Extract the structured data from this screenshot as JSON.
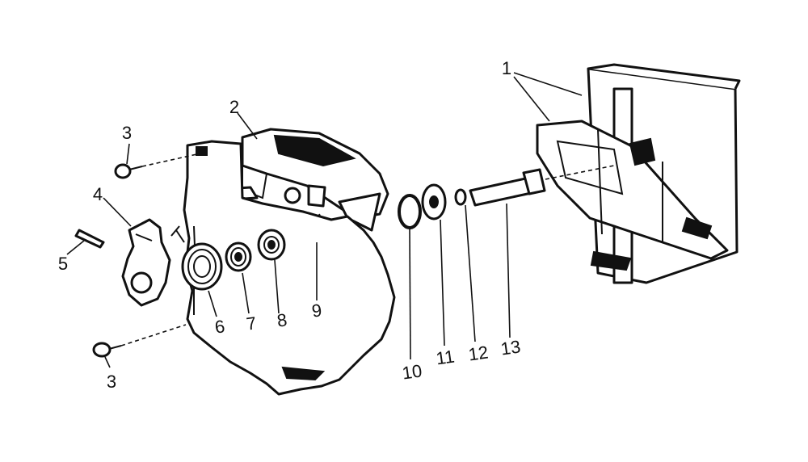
{
  "labels": {
    "l1": "1",
    "l2": "2",
    "l3a": "3",
    "l3b": "3",
    "l4": "4",
    "l5": "5",
    "l6": "6",
    "l7": "7",
    "l8": "8",
    "l9": "9",
    "l10": "10",
    "l11": "11",
    "l12": "12",
    "l13": "13"
  },
  "colors": {
    "ink": "#111111",
    "paper": "#ffffff"
  }
}
